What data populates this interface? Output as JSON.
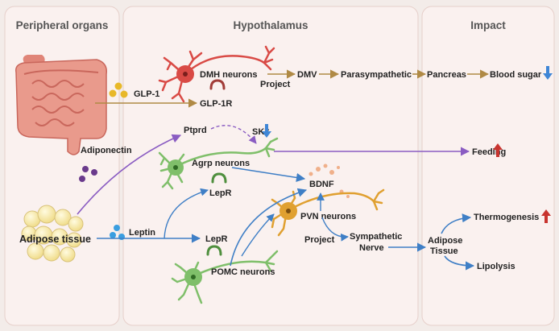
{
  "panels": {
    "peripheral": "Peripheral organs",
    "hypothalamus": "Hypothalamus",
    "impact": "Impact"
  },
  "labels": {
    "dmh_neurons": "DMH neurons",
    "glp1": "GLP-1",
    "glp1r": "GLP-1R",
    "project_top": "Project",
    "dmv": "DMV",
    "parasympathetic": "Parasympathetic",
    "pancreas": "Pancreas",
    "blood_sugar": "Blood sugar",
    "ptprd": "Ptprd",
    "sk3": "SK3",
    "adiponectin": "Adiponectin",
    "agrp_neurons": "Agrp neurons",
    "feeding": "Feeding",
    "bdnf": "BDNF",
    "lepr_agrp": "LepR",
    "pvn_neurons": "PVN neurons",
    "leptin": "Leptin",
    "adipose_tissue": "Adipose tissue",
    "lepr_pomc": "LepR",
    "project_pvn": "Project",
    "sympathetic": "Sympathetic",
    "nerve": "Nerve",
    "pomc_neurons": "POMC neurons",
    "adipose_impact_1": "Adipose",
    "adipose_impact_2": "Tissue",
    "thermogenesis": "Thermogenesis",
    "lipolysis": "Lipolysis"
  },
  "colors": {
    "background": "#f3ece9",
    "panel": "#faf1ef",
    "panel_border": "#e6cfca",
    "brown_arrow": "#b08a45",
    "blue_arrow": "#3f7fc6",
    "purple_arrow": "#8a5cc2",
    "dmh_neuron": "#d94a45",
    "agrp_neuron": "#7fbf6a",
    "pomc_neuron": "#7fbf6a",
    "pvn_neuron": "#e0a030",
    "down_arrow": "#3f86d6",
    "up_arrow": "#c8342f"
  },
  "icons": [
    "intestine-icon",
    "adipose-icon",
    "down-arrow-icon",
    "up-arrow-icon"
  ]
}
